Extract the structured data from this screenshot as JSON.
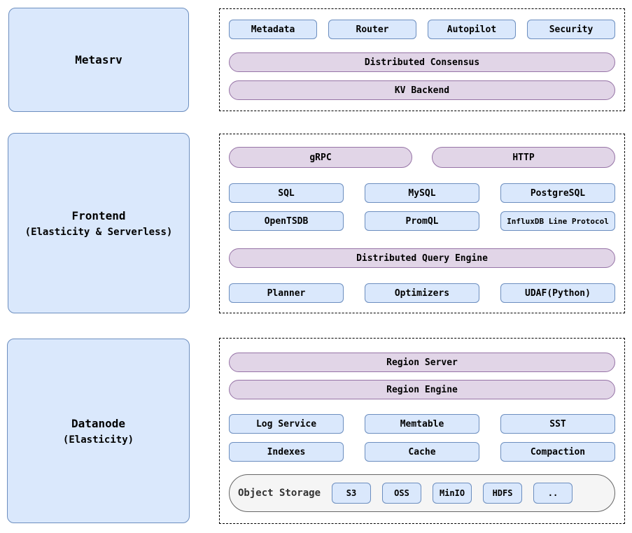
{
  "colors": {
    "blue_fill": "#dae8fc",
    "blue_border": "#6c8ebf",
    "purple_fill": "#e1d5e7",
    "purple_border": "#9673a6",
    "gray_fill": "#f5f5f5",
    "gray_border": "#666666",
    "panel_border": "#000000"
  },
  "metasrv": {
    "title": "Metasrv",
    "services": [
      "Metadata",
      "Router",
      "Autopilot",
      "Security"
    ],
    "consensus_pill": "Distributed Consensus",
    "kv_pill": "KV Backend"
  },
  "frontend": {
    "title": "Frontend",
    "subtitle": "(Elasticity & Serverless)",
    "grpc_pill": "gRPC",
    "http_pill": "HTTP",
    "protocols_row1": [
      "SQL",
      "MySQL",
      "PostgreSQL"
    ],
    "protocols_row2": [
      "OpenTSDB",
      "PromQL",
      "InfluxDB Line Protocol"
    ],
    "query_engine_pill": "Distributed Query Engine",
    "query_components": [
      "Planner",
      "Optimizers",
      "UDAF(Python)"
    ]
  },
  "datanode": {
    "title": "Datanode",
    "subtitle": "(Elasticity)",
    "region_server_pill": "Region Server",
    "region_engine_pill": "Region Engine",
    "components_row1": [
      "Log Service",
      "Memtable",
      "SST"
    ],
    "components_row2": [
      "Indexes",
      "Cache",
      "Compaction"
    ],
    "object_storage": {
      "label": "Object Storage",
      "backends": [
        "S3",
        "OSS",
        "MinIO",
        "HDFS",
        ".."
      ]
    }
  }
}
